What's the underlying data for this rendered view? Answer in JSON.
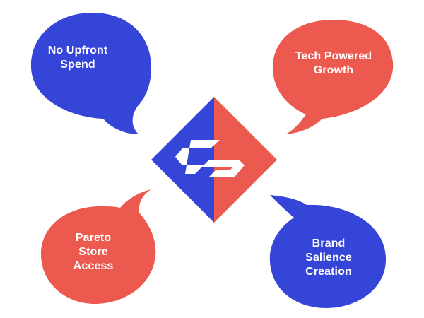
{
  "colors": {
    "blue": "#3545d8",
    "coral": "#ec5a4f",
    "background": "#ffffff"
  },
  "bubbles": {
    "top_left": {
      "text": "No Upfront\nSpend",
      "color": "blue"
    },
    "top_right": {
      "text": "Tech Powered\nGrowth",
      "color": "coral"
    },
    "bottom_left": {
      "text": "Pareto\nStore\nAccess",
      "color": "coral"
    },
    "bottom_right": {
      "text": "Brand\nSalience\nCreation",
      "color": "blue"
    }
  },
  "center_logo": {
    "icon": "diamond-arrows-logo-icon"
  }
}
